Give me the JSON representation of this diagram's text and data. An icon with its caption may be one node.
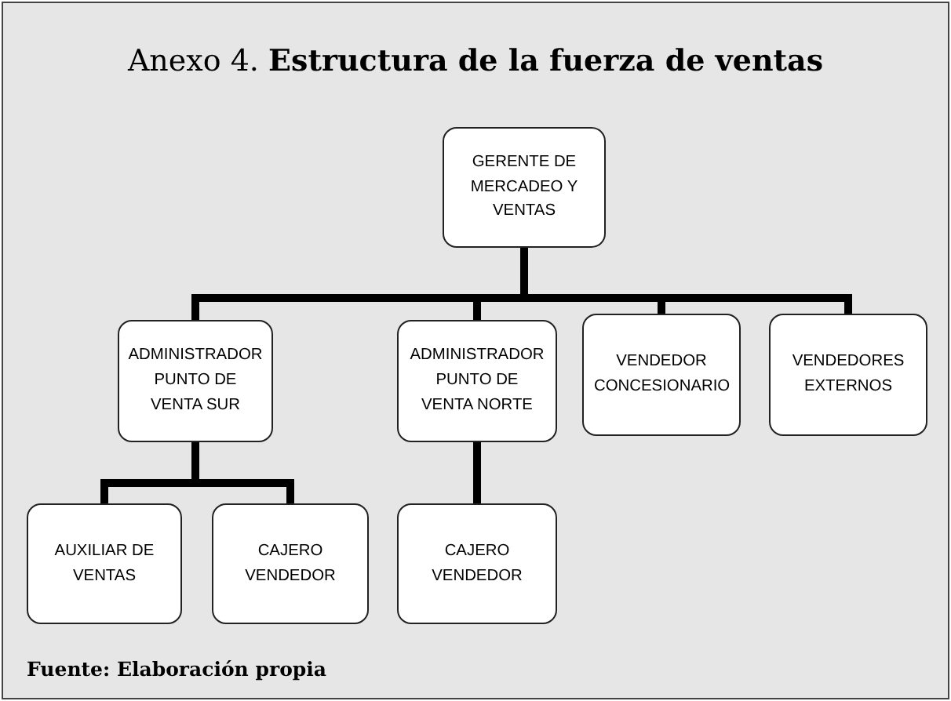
{
  "diagram": {
    "title": "Anexo 4. **Estructura de la fuerza de ventas**",
    "caption": "Fuente: Elaboración propia",
    "nodes": [
      {
        "text": [
          "GERENTE DE MERCADEO Y VENTAS"
        ]
      },
      {
        "text": [
          "ADMINISTRADOR PUNTO DE VENTA SUR"
        ]
      },
      {
        "text": [
          "ADMINISTRADOR PUNTO DE VENTA NORTE"
        ]
      },
      {
        "text": [
          "VENDEDOR CONCESIONARIO"
        ]
      },
      {
        "text": [
          "VENDEDORES EXTERNOS"
        ]
      },
      {
        "text": [
          "AUXILIAR DE VENTAS"
        ]
      },
      {
        "text": [
          "CAJERO VENDEDOR"
        ]
      },
      {
        "text": [
          "CAJERO VENDEDOR"
        ]
      }
    ],
    "edges": [
      {
        "from": 0,
        "to": 1,
        "arrow": "none"
      },
      {
        "from": 0,
        "to": 2,
        "arrow": "none"
      },
      {
        "from": 0,
        "to": 3,
        "arrow": "none"
      },
      {
        "from": 0,
        "to": 4,
        "arrow": "none"
      },
      {
        "from": 1,
        "to": 5,
        "arrow": "none"
      },
      {
        "from": 1,
        "to": 6,
        "arrow": "none"
      },
      {
        "from": 2,
        "to": 7,
        "arrow": "none"
      }
    ]
  }
}
